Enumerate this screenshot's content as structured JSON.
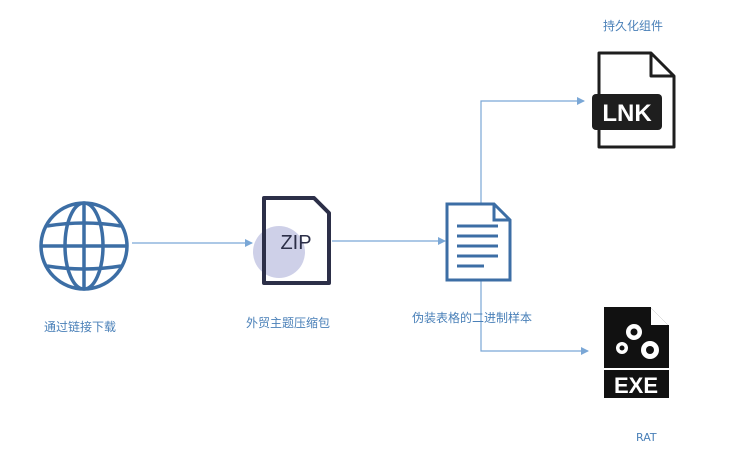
{
  "nodes": {
    "link": {
      "label": "通过链接下载",
      "icon": "globe-icon"
    },
    "zip": {
      "label": "外贸主题压缩包",
      "icon": "zip-file-icon",
      "icon_text": "ZIP"
    },
    "sample": {
      "label": "伪装表格的二进制样本",
      "icon": "document-icon"
    },
    "persist": {
      "label": "持久化组件",
      "icon": "lnk-file-icon",
      "icon_text": "LNK"
    },
    "rat": {
      "label": "RAT",
      "icon": "exe-file-icon",
      "icon_text": "EXE"
    }
  },
  "colors": {
    "accent": "#4a80b8",
    "arrow": "#7aa7d6",
    "dark_icon": "#1e1e1e",
    "zip_circle": "#c9cbe6"
  }
}
